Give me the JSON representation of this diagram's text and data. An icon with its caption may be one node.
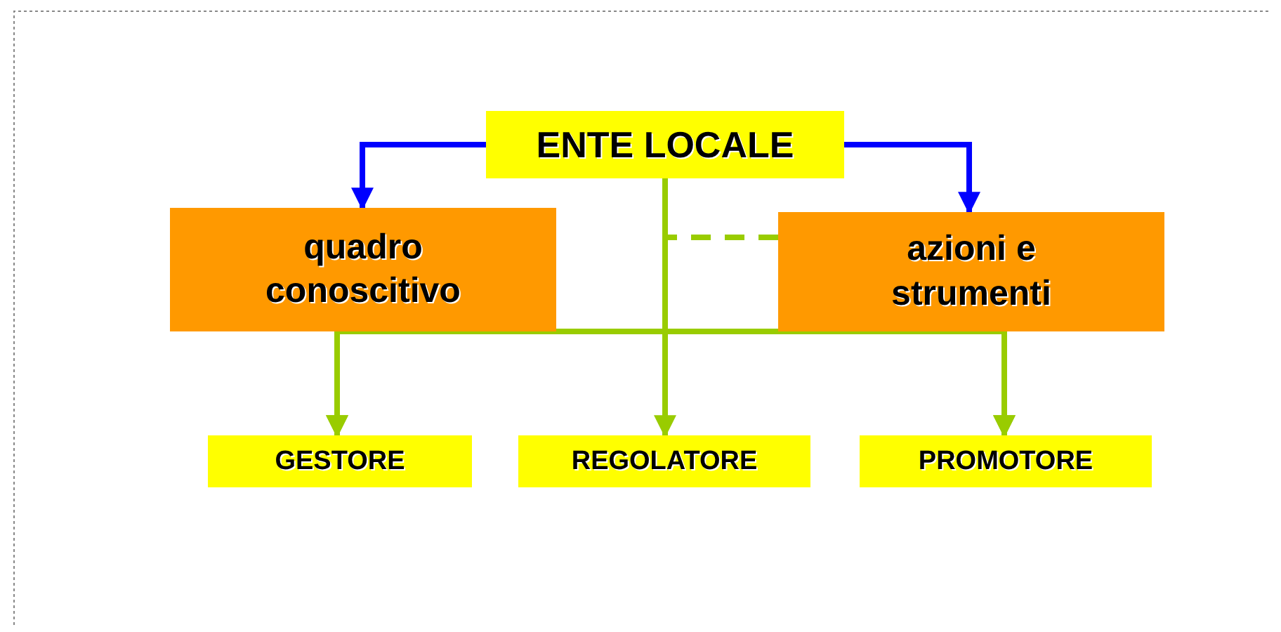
{
  "diagram": {
    "nodes": [
      {
        "text": [
          "ENTE LOCALE"
        ]
      },
      {
        "text": [
          "quadro conoscitivo"
        ]
      },
      {
        "text": [
          "azioni e strumenti"
        ]
      },
      {
        "text": [
          "GESTORE"
        ]
      },
      {
        "text": [
          "REGOLATORE"
        ]
      },
      {
        "text": [
          "PROMOTORE"
        ]
      }
    ],
    "edges": [
      {
        "from": 0,
        "to": 1,
        "arrow": "to",
        "color": "#0000ff"
      },
      {
        "from": 0,
        "to": 2,
        "arrow": "to",
        "color": "#0000ff"
      },
      {
        "from": 0,
        "to": 4,
        "arrow": "to"
      },
      {
        "from": 2,
        "to": 0,
        "arrow": "none",
        "style": "dashed"
      },
      {
        "from": 1,
        "to": 3,
        "arrow": "to"
      },
      {
        "from": 1,
        "to": 5,
        "arrow": "to"
      },
      {
        "from": 2,
        "to": 3,
        "arrow": "to"
      },
      {
        "from": 2,
        "to": 5,
        "arrow": "to"
      }
    ]
  }
}
